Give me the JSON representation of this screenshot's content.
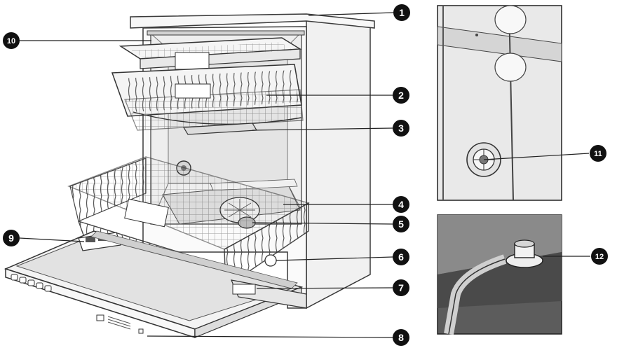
{
  "callouts": [
    {
      "id": "1",
      "label": "1"
    },
    {
      "id": "2",
      "label": "2"
    },
    {
      "id": "3",
      "label": "3"
    },
    {
      "id": "4",
      "label": "4"
    },
    {
      "id": "5",
      "label": "5"
    },
    {
      "id": "6",
      "label": "6"
    },
    {
      "id": "7",
      "label": "7"
    },
    {
      "id": "8",
      "label": "8"
    },
    {
      "id": "9",
      "label": "9"
    },
    {
      "id": "10",
      "label": "10"
    },
    {
      "id": "11",
      "label": "11"
    },
    {
      "id": "12",
      "label": "12"
    }
  ],
  "colors": {
    "background": "#ffffff",
    "outline": "#3a3a3a",
    "body_fill": "#f4f4f4",
    "shade_light": "#e6e6e6",
    "shade_mid": "#cfcfcf",
    "shade_dark": "#5c5c5c",
    "marker_fill": "#111111",
    "marker_text": "#ffffff"
  }
}
